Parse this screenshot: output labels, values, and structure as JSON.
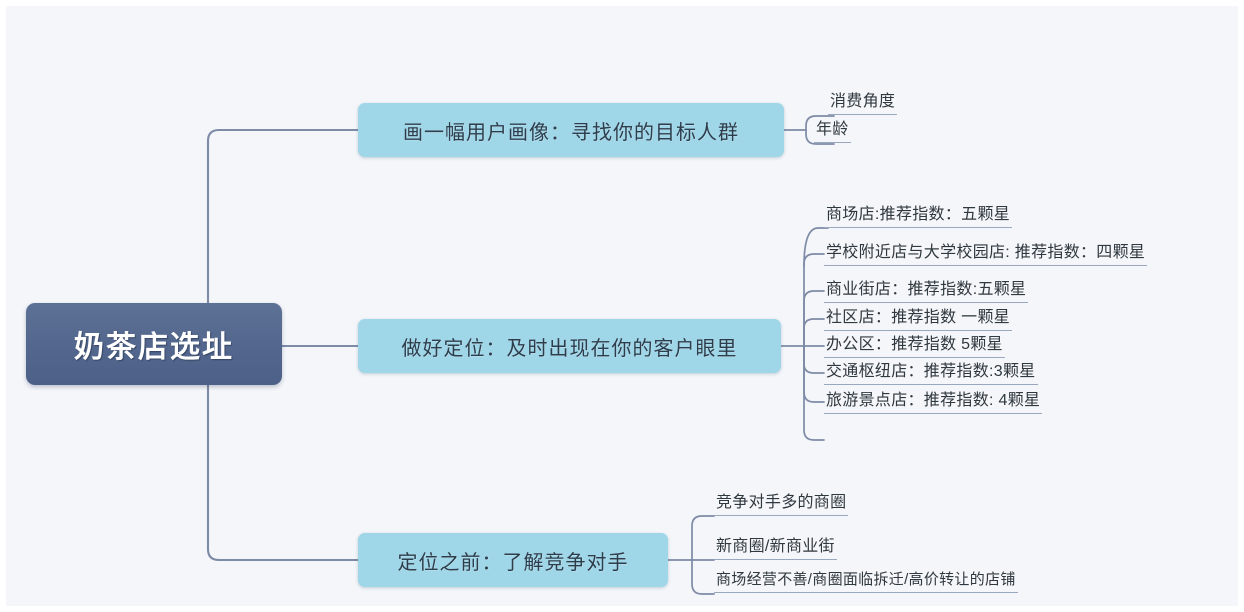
{
  "diagram": {
    "title": "奶茶店选址",
    "type": "mindmap",
    "background_color": "#f4f6fa",
    "root_color": "#53678e",
    "branch_color": "#9fd6e8",
    "connector_color": "#7d8ba6"
  },
  "root": {
    "label": "奶茶店选址"
  },
  "branches": [
    {
      "id": "branch-user-persona",
      "label": "画一幅用户画像：寻找你的目标人群",
      "leaves": [
        {
          "id": "leaf-consumption-angle",
          "label": "消费角度"
        },
        {
          "id": "leaf-age",
          "label": "年龄"
        }
      ]
    },
    {
      "id": "branch-positioning",
      "label": "做好定位：及时出现在你的客户眼里",
      "leaves": [
        {
          "id": "leaf-mall-store",
          "label": "商场店:推荐指数：五颗星"
        },
        {
          "id": "leaf-school-campus-store",
          "label": "学校附近店与大学校园店: 推荐指数：四颗星"
        },
        {
          "id": "leaf-commercial-street-store",
          "label": "商业街店：推荐指数:五颗星"
        },
        {
          "id": "leaf-community-store",
          "label": "社区店：推荐指数 一颗星"
        },
        {
          "id": "leaf-office-area",
          "label": "办公区：推荐指数 5颗星"
        },
        {
          "id": "leaf-transport-hub-store",
          "label": "交通枢纽店：推荐指数:3颗星"
        },
        {
          "id": "leaf-tourist-spot-store",
          "label": "旅游景点店：推荐指数: 4颗星"
        }
      ]
    },
    {
      "id": "branch-competitors",
      "label": "定位之前：了解竞争对手",
      "leaves": [
        {
          "id": "leaf-many-competitors-district",
          "label": "竞争对手多的商圈"
        },
        {
          "id": "leaf-new-district",
          "label": "新商圈/新商业街"
        },
        {
          "id": "leaf-poor-operation",
          "label": "商场经营不善/商圈面临拆迁/高价转让的店铺"
        }
      ]
    }
  ]
}
